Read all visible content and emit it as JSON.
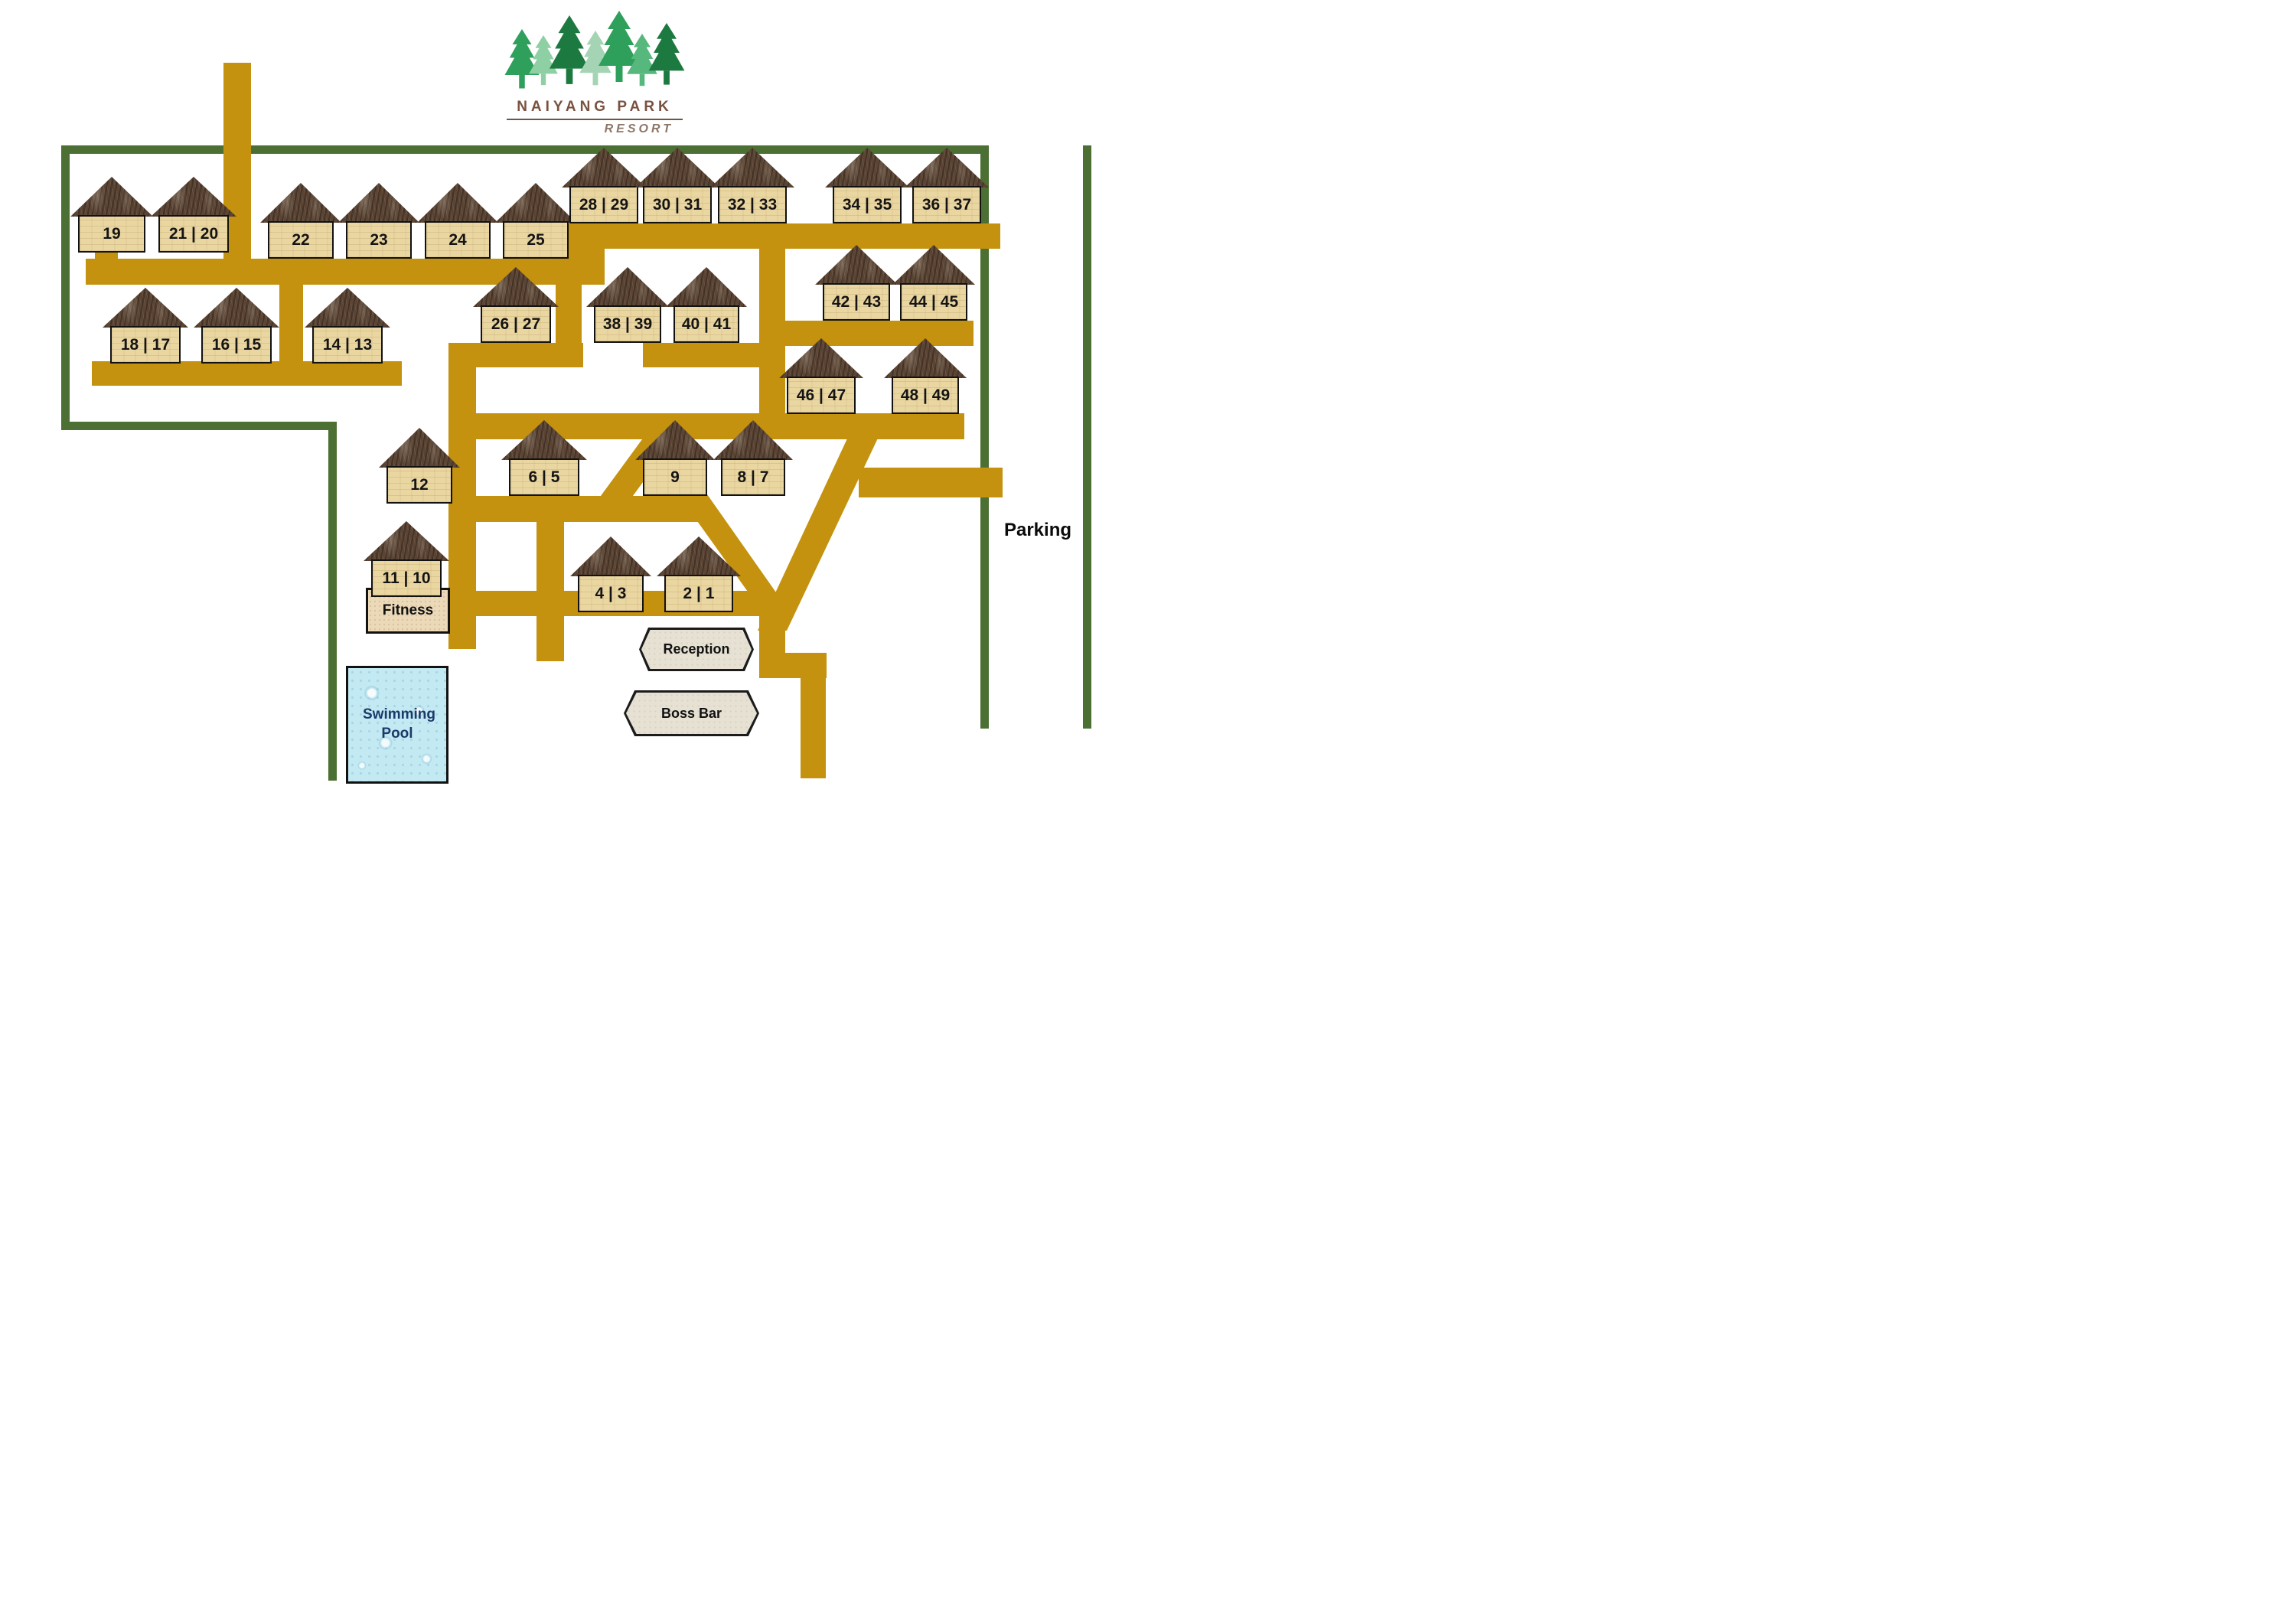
{
  "logo": {
    "name": "NAIYANG PARK",
    "subtitle": "RESORT"
  },
  "labels": {
    "parking": "Parking",
    "fitness": "Fitness",
    "swimming_pool": "Swimming Pool",
    "reception": "Reception",
    "boss_bar": "Boss Bar"
  },
  "huts": [
    {
      "id": "19",
      "label": "19"
    },
    {
      "id": "21-20",
      "label": "21 | 20"
    },
    {
      "id": "22",
      "label": "22"
    },
    {
      "id": "23",
      "label": "23"
    },
    {
      "id": "24",
      "label": "24"
    },
    {
      "id": "25",
      "label": "25"
    },
    {
      "id": "28-29",
      "label": "28 | 29"
    },
    {
      "id": "30-31",
      "label": "30 | 31"
    },
    {
      "id": "32-33",
      "label": "32 | 33"
    },
    {
      "id": "34-35",
      "label": "34 | 35"
    },
    {
      "id": "36-37",
      "label": "36 | 37"
    },
    {
      "id": "18-17",
      "label": "18 | 17"
    },
    {
      "id": "16-15",
      "label": "16 | 15"
    },
    {
      "id": "14-13",
      "label": "14 | 13"
    },
    {
      "id": "26-27",
      "label": "26 | 27"
    },
    {
      "id": "38-39",
      "label": "38 | 39"
    },
    {
      "id": "40-41",
      "label": "40 | 41"
    },
    {
      "id": "42-43",
      "label": "42 | 43"
    },
    {
      "id": "44-45",
      "label": "44 | 45"
    },
    {
      "id": "46-47",
      "label": "46 | 47"
    },
    {
      "id": "48-49",
      "label": "48 | 49"
    },
    {
      "id": "12",
      "label": "12"
    },
    {
      "id": "6-5",
      "label": "6 | 5"
    },
    {
      "id": "9",
      "label": "9"
    },
    {
      "id": "8-7",
      "label": "8 | 7"
    },
    {
      "id": "11-10",
      "label": "11 | 10"
    },
    {
      "id": "4-3",
      "label": "4 | 3"
    },
    {
      "id": "2-1",
      "label": "2 | 1"
    }
  ],
  "colors": {
    "road": "#c4920f",
    "fence": "#4c7033",
    "hut_body": "#ead6a1",
    "hut_roof": "#5b4433",
    "pool_fill": "#c3e9f2",
    "pool_text": "#1b3a6b",
    "logo_text": "#7a5140",
    "logo_subtext": "#8d7668",
    "hex_fill": "#e7e1d3",
    "tree_greens": [
      "#2fa05c",
      "#8fcfa4",
      "#1c7a40",
      "#a5d4b4",
      "#57b87e"
    ]
  }
}
